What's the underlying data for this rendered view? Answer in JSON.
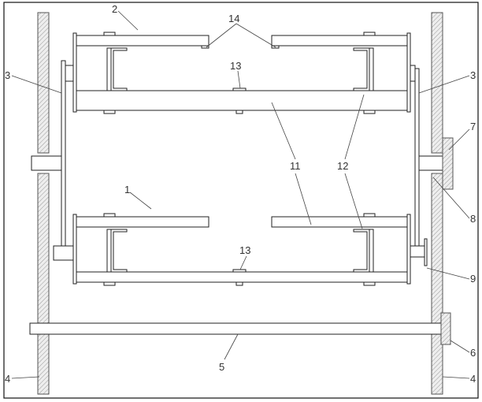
{
  "labels": {
    "frame_upper": "2",
    "stopper": "14",
    "bolt_upper": "13",
    "bar_left": "3",
    "bar_right": "3",
    "block_upper": "7",
    "rail": "11",
    "channel": "12",
    "frame_lower": "1",
    "bolt_lower": "13",
    "bearing": "8",
    "flange": "9",
    "block_lower": "6",
    "shaft": "5",
    "wall_left": "4",
    "wall_right": "4"
  }
}
